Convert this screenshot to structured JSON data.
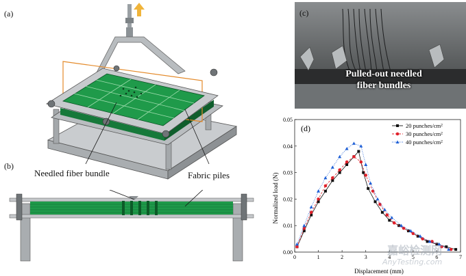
{
  "panels": {
    "a": "(a)",
    "b": "(b)",
    "c": "(c)",
    "d": "(d)"
  },
  "labels": {
    "needled_fiber_bundle": "Needled fiber bundle",
    "fabric_piles": "Fabric piles",
    "photo_caption_line1": "Pulled-out needled",
    "photo_caption_line2": "fiber bundles"
  },
  "watermark": {
    "line1": "嘉峪检测网",
    "line2": "AnyTesting.com"
  },
  "colors": {
    "fabric_green": "#1f9a4a",
    "frame_gray": "#bfc2c4",
    "arrow_orange": "#f0b43a",
    "s20": "#111111",
    "s30": "#e0202a",
    "s40": "#1e5fd6"
  },
  "chart_data": {
    "type": "scatter",
    "title": "",
    "xlabel": "Displacement (mm)",
    "ylabel": "Normalized load (N)",
    "xlim": [
      0,
      7
    ],
    "ylim": [
      0,
      0.05
    ],
    "xticks": [
      0,
      1,
      2,
      3,
      4,
      5,
      6,
      7
    ],
    "yticks": [
      0.0,
      0.01,
      0.02,
      0.03,
      0.04,
      0.05
    ],
    "ytick_labels": [
      "0.00",
      "0.01",
      "0.02",
      "0.03",
      "0.04",
      "0.05"
    ],
    "legend_position": "top-right",
    "series": [
      {
        "name": "20 punches/cm²",
        "marker": "square",
        "line": "solid",
        "x": [
          0.1,
          0.4,
          0.7,
          1.0,
          1.3,
          1.6,
          1.9,
          2.2,
          2.5,
          2.7,
          2.9,
          3.1,
          3.4,
          3.7,
          4.0,
          4.4,
          4.8,
          5.2,
          5.6,
          6.0,
          6.4,
          6.8
        ],
        "y": [
          0.002,
          0.008,
          0.014,
          0.019,
          0.023,
          0.027,
          0.03,
          0.033,
          0.036,
          0.038,
          0.03,
          0.024,
          0.019,
          0.015,
          0.012,
          0.01,
          0.008,
          0.006,
          0.004,
          0.003,
          0.002,
          0.001
        ]
      },
      {
        "name": "30 punches/cm²",
        "marker": "circle",
        "line": "dashed",
        "x": [
          0.1,
          0.4,
          0.7,
          1.0,
          1.3,
          1.6,
          1.9,
          2.2,
          2.5,
          2.8,
          3.0,
          3.3,
          3.6,
          3.9,
          4.2,
          4.6,
          5.0,
          5.4,
          5.8,
          6.2,
          6.6
        ],
        "y": [
          0.002,
          0.009,
          0.015,
          0.02,
          0.025,
          0.028,
          0.031,
          0.034,
          0.036,
          0.034,
          0.029,
          0.023,
          0.018,
          0.014,
          0.011,
          0.009,
          0.007,
          0.005,
          0.004,
          0.002,
          0.001
        ]
      },
      {
        "name": "40 punches/cm²",
        "marker": "triangle",
        "line": "dotted",
        "x": [
          0.1,
          0.4,
          0.7,
          1.0,
          1.3,
          1.6,
          1.9,
          2.2,
          2.5,
          2.8,
          3.0,
          3.2,
          3.5,
          3.8,
          4.1,
          4.5,
          4.9,
          5.3,
          5.7,
          6.1,
          6.5
        ],
        "y": [
          0.003,
          0.01,
          0.017,
          0.023,
          0.028,
          0.032,
          0.036,
          0.039,
          0.041,
          0.04,
          0.033,
          0.026,
          0.02,
          0.016,
          0.013,
          0.01,
          0.008,
          0.006,
          0.004,
          0.003,
          0.001
        ]
      }
    ]
  }
}
